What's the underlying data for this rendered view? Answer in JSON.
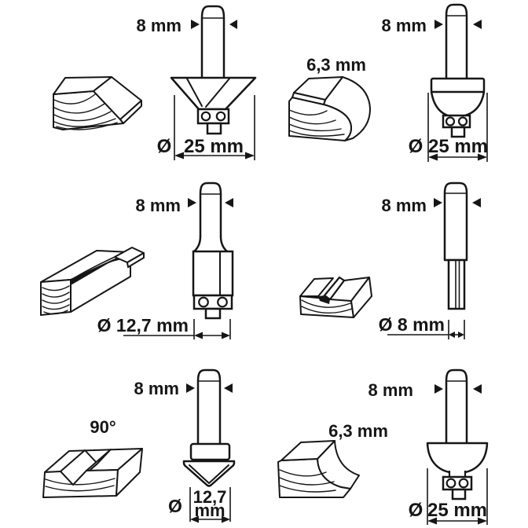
{
  "colors": {
    "ink": "#161616",
    "background": "#ffffff"
  },
  "cells": [
    {
      "id": "chamfer-bit",
      "shank_diameter": "8 mm",
      "diameter_symbol": "Ø",
      "cutting_diameter": "25 mm"
    },
    {
      "id": "roundover-bit",
      "profile_size": "6,3 mm",
      "shank_diameter": "8 mm",
      "diameter_symbol": "Ø",
      "cutting_diameter": "25 mm"
    },
    {
      "id": "flush-trim-bit",
      "shank_diameter": "8 mm",
      "cutting_diameter": "Ø 12,7 mm"
    },
    {
      "id": "straight-bit",
      "shank_diameter": "8 mm",
      "cutting_diameter": "Ø 8 mm"
    },
    {
      "id": "v-groove-bit",
      "profile_angle": "90°",
      "shank_diameter": "8 mm",
      "diameter_symbol": "Ø",
      "cutting_diameter_value": "12,7",
      "cutting_diameter_unit": "mm"
    },
    {
      "id": "cove-bit",
      "profile_size": "6,3 mm",
      "shank_diameter": "8 mm",
      "diameter_symbol": "Ø",
      "cutting_diameter": "25 mm"
    }
  ]
}
